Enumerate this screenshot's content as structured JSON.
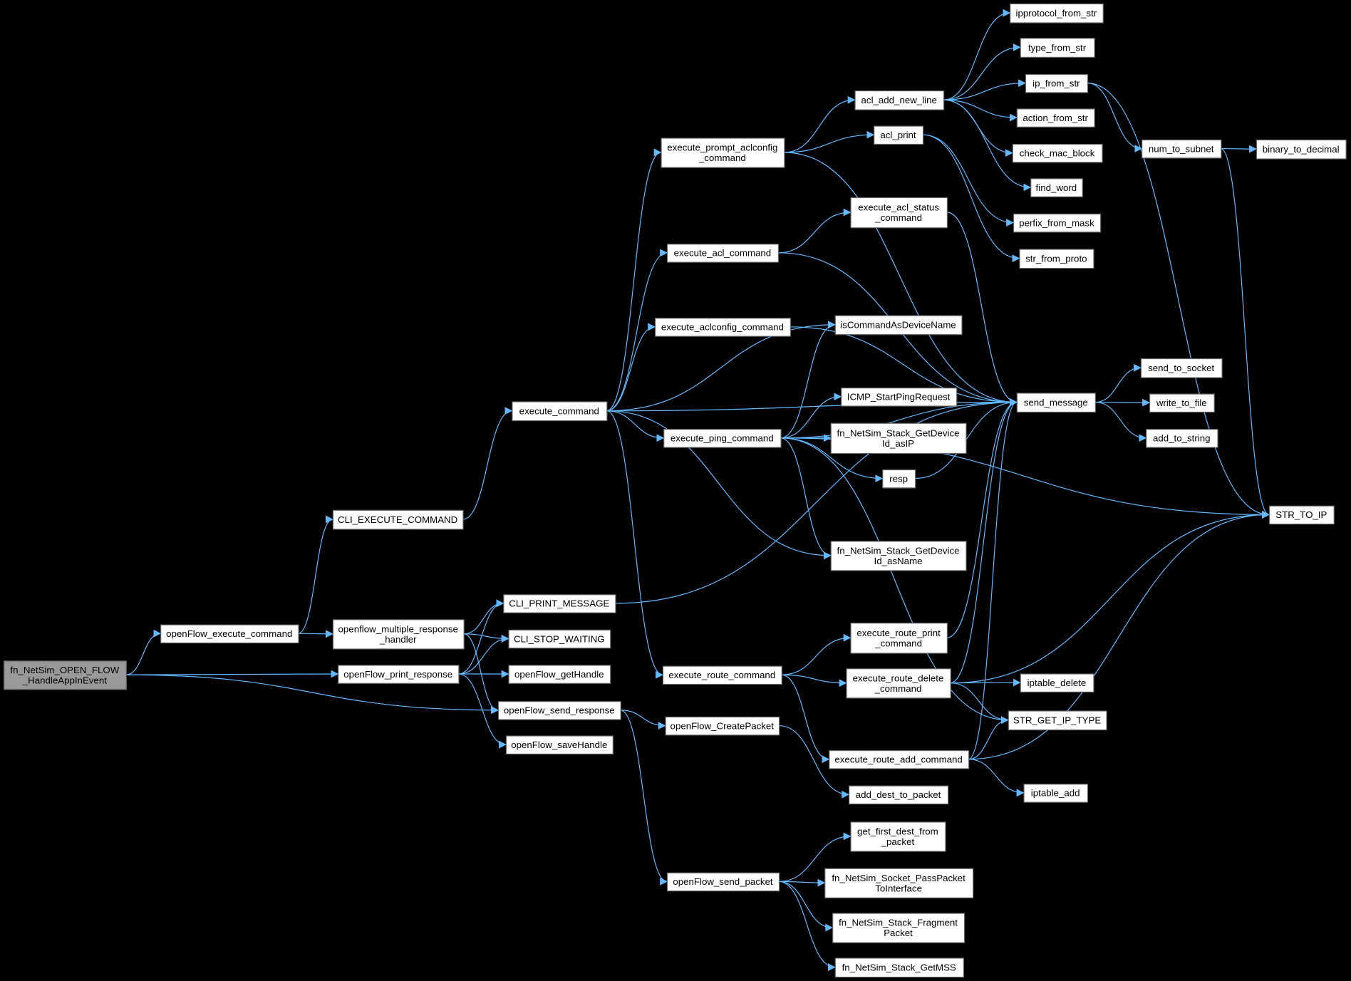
{
  "graph": {
    "type": "call-graph",
    "colors": {
      "background": "#000000",
      "edge": "#63b8ff",
      "node_fill": "#ffffff",
      "root_fill": "#999999"
    },
    "root": "fn_NetSim_OPEN_FLOW_HandleAppInEvent",
    "nodes": {
      "fn_NetSim_OPEN_FLOW_HandleAppInEvent": {
        "label": [
          "fn_NetSim_OPEN_FLOW",
          "_HandleAppInEvent"
        ]
      },
      "openFlow_execute_command": {
        "label": [
          "openFlow_execute_command"
        ]
      },
      "CLI_EXECUTE_COMMAND": {
        "label": [
          "CLI_EXECUTE_COMMAND"
        ]
      },
      "openflow_multiple_response_handler": {
        "label": [
          "openflow_multiple_response",
          "_handler"
        ]
      },
      "openFlow_print_response": {
        "label": [
          "openFlow_print_response"
        ]
      },
      "CLI_PRINT_MESSAGE": {
        "label": [
          "CLI_PRINT_MESSAGE"
        ]
      },
      "CLI_STOP_WAITING": {
        "label": [
          "CLI_STOP_WAITING"
        ]
      },
      "openFlow_getHandle": {
        "label": [
          "openFlow_getHandle"
        ]
      },
      "openFlow_send_response": {
        "label": [
          "openFlow_send_response"
        ]
      },
      "openFlow_saveHandle": {
        "label": [
          "openFlow_saveHandle"
        ]
      },
      "execute_command": {
        "label": [
          "execute_command"
        ]
      },
      "execute_prompt_aclconfig_command": {
        "label": [
          "execute_prompt_aclconfig",
          "_command"
        ]
      },
      "execute_acl_command": {
        "label": [
          "execute_acl_command"
        ]
      },
      "execute_aclconfig_command": {
        "label": [
          "execute_aclconfig_command"
        ]
      },
      "execute_ping_command": {
        "label": [
          "execute_ping_command"
        ]
      },
      "execute_route_command": {
        "label": [
          "execute_route_command"
        ]
      },
      "openFlow_CreatePacket": {
        "label": [
          "openFlow_CreatePacket"
        ]
      },
      "openFlow_send_packet": {
        "label": [
          "openFlow_send_packet"
        ]
      },
      "acl_add_new_line": {
        "label": [
          "acl_add_new_line"
        ]
      },
      "acl_print": {
        "label": [
          "acl_print"
        ]
      },
      "execute_acl_status_command": {
        "label": [
          "execute_acl_status",
          "_command"
        ]
      },
      "isCommandAsDeviceName": {
        "label": [
          "isCommandAsDeviceName"
        ]
      },
      "ICMP_StartPingRequest": {
        "label": [
          "ICMP_StartPingRequest"
        ]
      },
      "fn_NetSim_Stack_GetDeviceId_asIP": {
        "label": [
          "fn_NetSim_Stack_GetDevice",
          "Id_asIP"
        ]
      },
      "resp": {
        "label": [
          "resp"
        ]
      },
      "fn_NetSim_Stack_GetDeviceId_asName": {
        "label": [
          "fn_NetSim_Stack_GetDevice",
          "Id_asName"
        ]
      },
      "execute_route_print_command": {
        "label": [
          "execute_route_print",
          "_command"
        ]
      },
      "execute_route_delete_command": {
        "label": [
          "execute_route_delete",
          "_command"
        ]
      },
      "execute_route_add_command": {
        "label": [
          "execute_route_add_command"
        ]
      },
      "add_dest_to_packet": {
        "label": [
          "add_dest_to_packet"
        ]
      },
      "get_first_dest_from_packet": {
        "label": [
          "get_first_dest_from",
          "_packet"
        ]
      },
      "fn_NetSim_Socket_PassPacketToInterface": {
        "label": [
          "fn_NetSim_Socket_PassPacket",
          "ToInterface"
        ]
      },
      "fn_NetSim_Stack_FragmentPacket": {
        "label": [
          "fn_NetSim_Stack_Fragment",
          "Packet"
        ]
      },
      "fn_NetSim_Stack_GetMSS": {
        "label": [
          "fn_NetSim_Stack_GetMSS"
        ]
      },
      "ipprotocol_from_str": {
        "label": [
          "ipprotocol_from_str"
        ]
      },
      "type_from_str": {
        "label": [
          "type_from_str"
        ]
      },
      "ip_from_str": {
        "label": [
          "ip_from_str"
        ]
      },
      "action_from_str": {
        "label": [
          "action_from_str"
        ]
      },
      "check_mac_block": {
        "label": [
          "check_mac_block"
        ]
      },
      "find_word": {
        "label": [
          "find_word"
        ]
      },
      "perfix_from_mask": {
        "label": [
          "perfix_from_mask"
        ]
      },
      "str_from_proto": {
        "label": [
          "str_from_proto"
        ]
      },
      "send_message": {
        "label": [
          "send_message"
        ]
      },
      "STR_TO_IP": {
        "label": [
          "STR_TO_IP"
        ]
      },
      "STR_GET_IP_TYPE": {
        "label": [
          "STR_GET_IP_TYPE"
        ]
      },
      "iptable_delete": {
        "label": [
          "iptable_delete"
        ]
      },
      "iptable_add": {
        "label": [
          "iptable_add"
        ]
      },
      "num_to_subnet": {
        "label": [
          "num_to_subnet"
        ]
      },
      "binary_to_decimal": {
        "label": [
          "binary_to_decimal"
        ]
      },
      "send_to_socket": {
        "label": [
          "send_to_socket"
        ]
      },
      "write_to_file": {
        "label": [
          "write_to_file"
        ]
      },
      "add_to_string": {
        "label": [
          "add_to_string"
        ]
      }
    },
    "edges": [
      [
        "fn_NetSim_OPEN_FLOW_HandleAppInEvent",
        "openFlow_execute_command"
      ],
      [
        "fn_NetSim_OPEN_FLOW_HandleAppInEvent",
        "openFlow_print_response"
      ],
      [
        "fn_NetSim_OPEN_FLOW_HandleAppInEvent",
        "openFlow_send_response"
      ],
      [
        "openFlow_execute_command",
        "CLI_EXECUTE_COMMAND"
      ],
      [
        "openFlow_execute_command",
        "openflow_multiple_response_handler"
      ],
      [
        "CLI_EXECUTE_COMMAND",
        "execute_command"
      ],
      [
        "openflow_multiple_response_handler",
        "CLI_PRINT_MESSAGE"
      ],
      [
        "openflow_multiple_response_handler",
        "CLI_STOP_WAITING"
      ],
      [
        "openflow_multiple_response_handler",
        "openFlow_send_response"
      ],
      [
        "openFlow_print_response",
        "CLI_PRINT_MESSAGE"
      ],
      [
        "openFlow_print_response",
        "CLI_STOP_WAITING"
      ],
      [
        "openFlow_print_response",
        "openFlow_getHandle"
      ],
      [
        "openFlow_print_response",
        "openFlow_saveHandle"
      ],
      [
        "openFlow_send_response",
        "openFlow_CreatePacket"
      ],
      [
        "openFlow_send_response",
        "openFlow_send_packet"
      ],
      [
        "CLI_PRINT_MESSAGE",
        "send_message"
      ],
      [
        "execute_command",
        "execute_prompt_aclconfig_command"
      ],
      [
        "execute_command",
        "execute_acl_command"
      ],
      [
        "execute_command",
        "execute_aclconfig_command"
      ],
      [
        "execute_command",
        "isCommandAsDeviceName"
      ],
      [
        "execute_command",
        "send_message"
      ],
      [
        "execute_command",
        "execute_ping_command"
      ],
      [
        "execute_command",
        "fn_NetSim_Stack_GetDeviceId_asName"
      ],
      [
        "execute_command",
        "execute_route_command"
      ],
      [
        "execute_prompt_aclconfig_command",
        "acl_add_new_line"
      ],
      [
        "execute_prompt_aclconfig_command",
        "acl_print"
      ],
      [
        "execute_prompt_aclconfig_command",
        "send_message"
      ],
      [
        "execute_acl_command",
        "execute_acl_status_command"
      ],
      [
        "execute_acl_command",
        "send_message"
      ],
      [
        "execute_aclconfig_command",
        "send_message"
      ],
      [
        "execute_acl_status_command",
        "send_message"
      ],
      [
        "execute_ping_command",
        "isCommandAsDeviceName"
      ],
      [
        "execute_ping_command",
        "ICMP_StartPingRequest"
      ],
      [
        "execute_ping_command",
        "fn_NetSim_Stack_GetDeviceId_asIP"
      ],
      [
        "execute_ping_command",
        "resp"
      ],
      [
        "execute_ping_command",
        "fn_NetSim_Stack_GetDeviceId_asName"
      ],
      [
        "execute_ping_command",
        "STR_TO_IP"
      ],
      [
        "execute_ping_command",
        "STR_GET_IP_TYPE"
      ],
      [
        "execute_ping_command",
        "send_message"
      ],
      [
        "resp",
        "send_message"
      ],
      [
        "execute_route_command",
        "execute_route_print_command"
      ],
      [
        "execute_route_command",
        "execute_route_delete_command"
      ],
      [
        "execute_route_command",
        "execute_route_add_command"
      ],
      [
        "execute_route_print_command",
        "send_message"
      ],
      [
        "execute_route_delete_command",
        "send_message"
      ],
      [
        "execute_route_delete_command",
        "STR_TO_IP"
      ],
      [
        "execute_route_delete_command",
        "iptable_delete"
      ],
      [
        "execute_route_delete_command",
        "STR_GET_IP_TYPE"
      ],
      [
        "execute_route_add_command",
        "send_message"
      ],
      [
        "execute_route_add_command",
        "STR_TO_IP"
      ],
      [
        "execute_route_add_command",
        "STR_GET_IP_TYPE"
      ],
      [
        "execute_route_add_command",
        "iptable_add"
      ],
      [
        "openFlow_CreatePacket",
        "add_dest_to_packet"
      ],
      [
        "openFlow_send_packet",
        "get_first_dest_from_packet"
      ],
      [
        "openFlow_send_packet",
        "fn_NetSim_Socket_PassPacketToInterface"
      ],
      [
        "openFlow_send_packet",
        "fn_NetSim_Stack_FragmentPacket"
      ],
      [
        "openFlow_send_packet",
        "fn_NetSim_Stack_GetMSS"
      ],
      [
        "acl_add_new_line",
        "ipprotocol_from_str"
      ],
      [
        "acl_add_new_line",
        "type_from_str"
      ],
      [
        "acl_add_new_line",
        "ip_from_str"
      ],
      [
        "acl_add_new_line",
        "action_from_str"
      ],
      [
        "acl_add_new_line",
        "check_mac_block"
      ],
      [
        "acl_add_new_line",
        "find_word"
      ],
      [
        "acl_print",
        "perfix_from_mask"
      ],
      [
        "acl_print",
        "str_from_proto"
      ],
      [
        "ip_from_str",
        "num_to_subnet"
      ],
      [
        "ip_from_str",
        "STR_TO_IP"
      ],
      [
        "num_to_subnet",
        "binary_to_decimal"
      ],
      [
        "num_to_subnet",
        "STR_TO_IP"
      ],
      [
        "send_message",
        "send_to_socket"
      ],
      [
        "send_message",
        "write_to_file"
      ],
      [
        "send_message",
        "add_to_string"
      ]
    ]
  }
}
